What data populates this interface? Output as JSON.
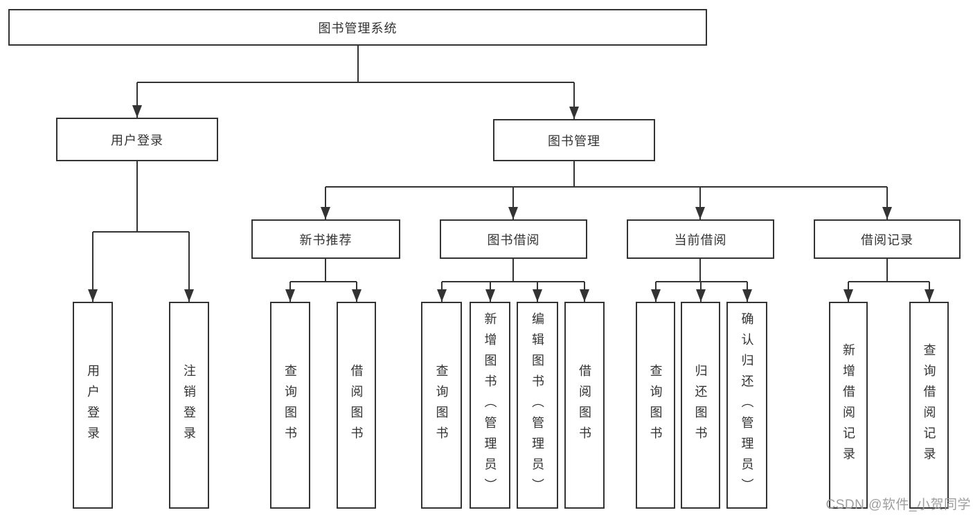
{
  "nodes": {
    "root": "图书管理系统",
    "login": "用户登录",
    "mgmt": "图书管理",
    "login_children": [
      "用户登录",
      "注销登录"
    ],
    "groups": [
      {
        "label": "新书推荐",
        "children": [
          "查询图书",
          "借阅图书"
        ]
      },
      {
        "label": "图书借阅",
        "children": [
          "查询图书",
          "新增图书（管理员）",
          "编辑图书（管理员）",
          "借阅图书"
        ]
      },
      {
        "label": "当前借阅",
        "children": [
          "查询图书",
          "归还图书",
          "确认归还（管理员）"
        ]
      },
      {
        "label": "借阅记录",
        "children": [
          "新增借阅记录",
          "查询借阅记录"
        ]
      }
    ]
  },
  "watermark": {
    "text": "CSDN @软件_小贺同学"
  },
  "colors": {
    "line": "#333333",
    "text": "#333333",
    "background": "#ffffff",
    "watermark": "#9e9e9e"
  }
}
